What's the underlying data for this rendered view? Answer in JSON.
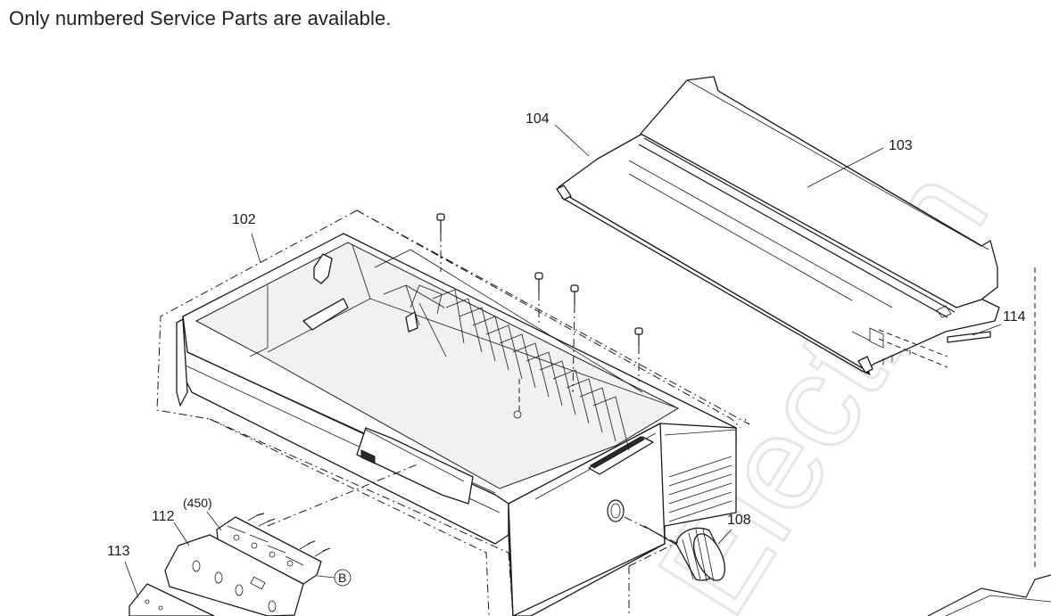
{
  "header": {
    "note": "Only numbered Service Parts are available."
  },
  "watermark": {
    "text": "Electron"
  },
  "callouts": {
    "p102": "102",
    "p103": "103",
    "p104": "104",
    "p108": "108",
    "p112": "112",
    "p113": "113",
    "p114": "114",
    "p450": "(450)",
    "refB": "B"
  }
}
